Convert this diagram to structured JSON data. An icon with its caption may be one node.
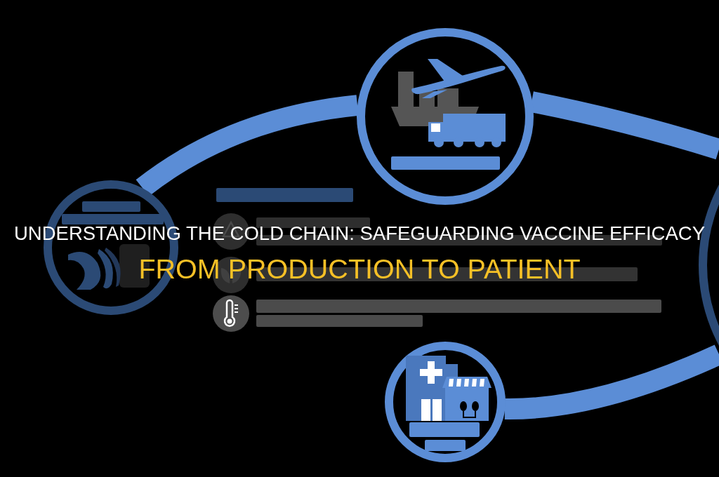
{
  "diagram": {
    "title": "UNDERSTANDING THE COLD CHAIN: SAFEGUARDING VACCINE EFFICACY",
    "nodes": [
      {
        "text": [],
        "shape": "circle"
      },
      {
        "text": [],
        "shape": "circle"
      },
      {
        "text": [],
        "shape": "circle"
      },
      {
        "text": [],
        "shape": "circle"
      }
    ],
    "edges": [
      {
        "from": 1,
        "to": 0,
        "arrow": "none"
      },
      {
        "from": 0,
        "to": 2,
        "arrow": "none"
      },
      {
        "from": 2,
        "to": 3,
        "arrow": "none"
      }
    ],
    "labels": [
      "FROM PRODUCTION TO PATIENT"
    ]
  }
}
